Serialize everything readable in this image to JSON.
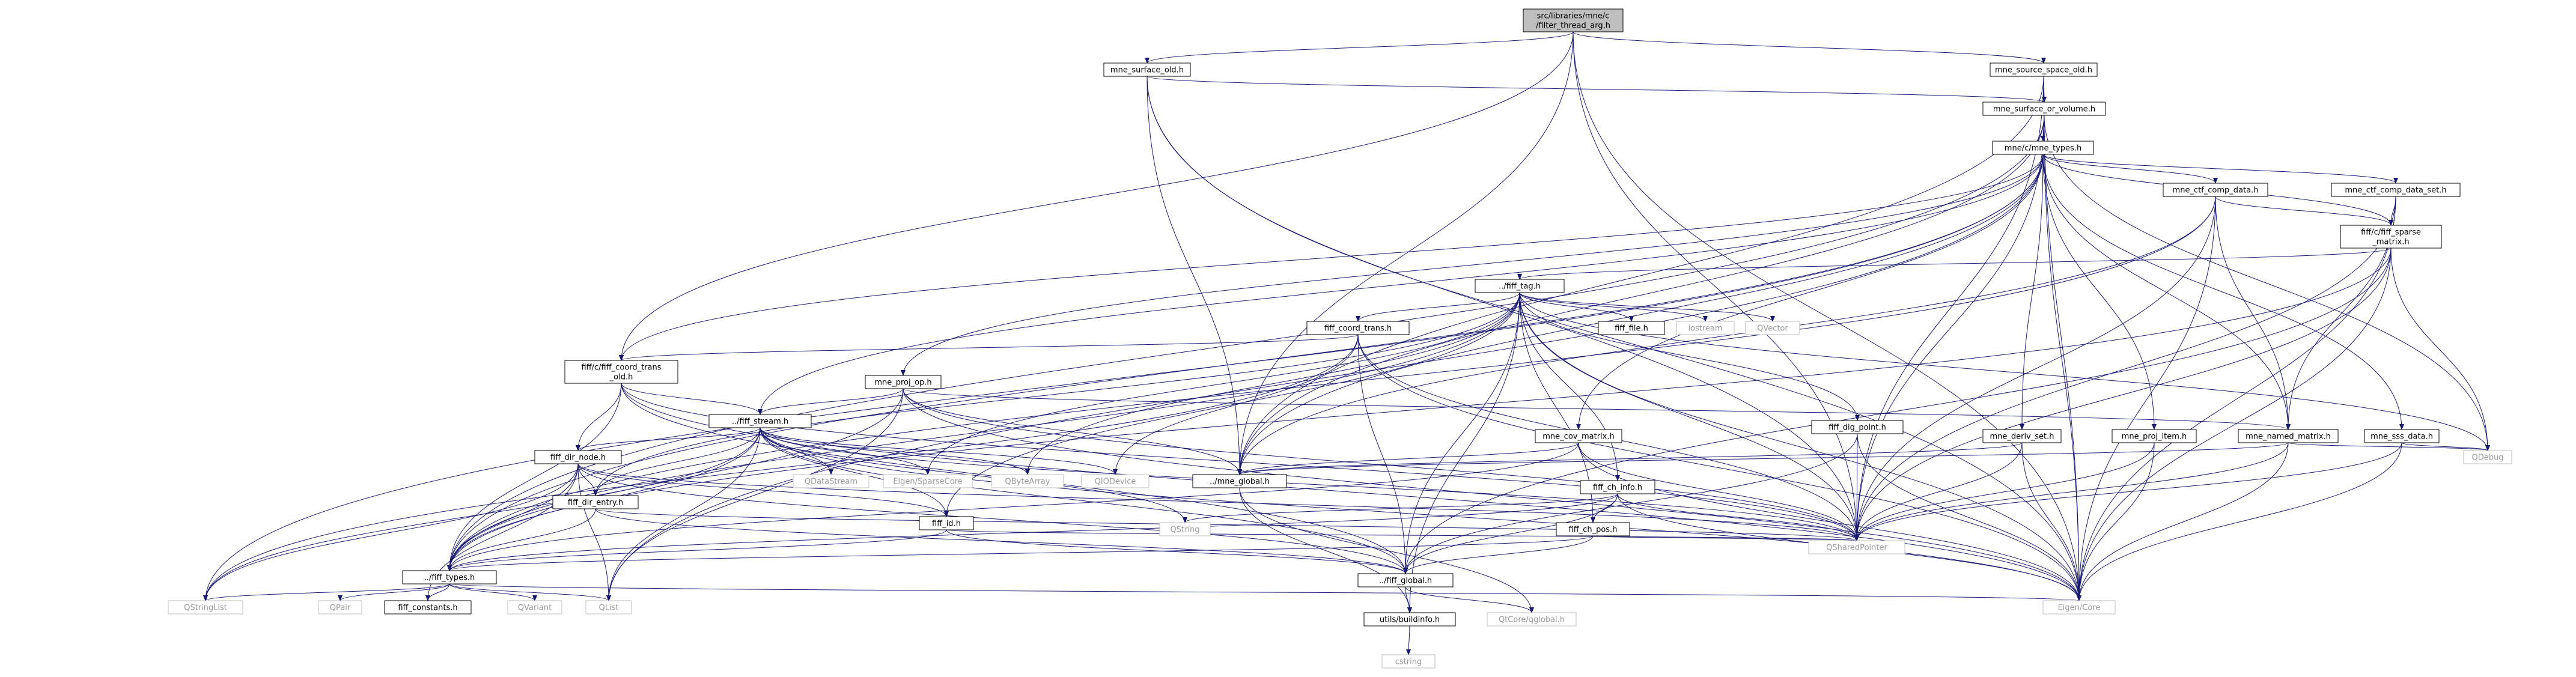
{
  "colors": {
    "edge": "#191970",
    "node_border": "#000000",
    "node_fill": "#ffffff",
    "root_fill": "#bfbfbf",
    "external_border": "#bfbfbf",
    "external_text": "#9a9a9a"
  },
  "nodes": [
    {
      "id": "root",
      "lines": [
        "src/libraries/mne/c",
        "/filter_thread_arg.h"
      ],
      "kind": "root"
    },
    {
      "id": "mne_surface_old",
      "lines": [
        "mne_surface_old.h"
      ],
      "kind": "header"
    },
    {
      "id": "mne_source_space_old",
      "lines": [
        "mne_source_space_old.h"
      ],
      "kind": "header"
    },
    {
      "id": "mne_surface_or_volume",
      "lines": [
        "mne_surface_or_volume.h"
      ],
      "kind": "header"
    },
    {
      "id": "mne_types",
      "lines": [
        "mne/c/mne_types.h"
      ],
      "kind": "header"
    },
    {
      "id": "mne_ctf_comp_data",
      "lines": [
        "mne_ctf_comp_data.h"
      ],
      "kind": "header"
    },
    {
      "id": "mne_ctf_comp_data_set",
      "lines": [
        "mne_ctf_comp_data_set.h"
      ],
      "kind": "header"
    },
    {
      "id": "fiff_sparse",
      "lines": [
        "fiff/c/fiff_sparse",
        "_matrix.h"
      ],
      "kind": "header"
    },
    {
      "id": "fiff_tag",
      "lines": [
        "../fiff_tag.h"
      ],
      "kind": "header"
    },
    {
      "id": "fiff_coord_trans",
      "lines": [
        "fiff_coord_trans.h"
      ],
      "kind": "header"
    },
    {
      "id": "fiff_file",
      "lines": [
        "fiff_file.h"
      ],
      "kind": "header"
    },
    {
      "id": "iostream",
      "lines": [
        "iostream"
      ],
      "kind": "external"
    },
    {
      "id": "QVector",
      "lines": [
        "QVector"
      ],
      "kind": "external"
    },
    {
      "id": "fiffc_coord_trans_old",
      "lines": [
        "fiff/c/fiff_coord_trans",
        "_old.h"
      ],
      "kind": "header"
    },
    {
      "id": "mne_proj_op",
      "lines": [
        "mne_proj_op.h"
      ],
      "kind": "header"
    },
    {
      "id": "fiff_stream",
      "lines": [
        "../fiff_stream.h"
      ],
      "kind": "header"
    },
    {
      "id": "mne_cov_matrix",
      "lines": [
        "mne_cov_matrix.h"
      ],
      "kind": "header"
    },
    {
      "id": "fiff_dig_point",
      "lines": [
        "fiff_dig_point.h"
      ],
      "kind": "header"
    },
    {
      "id": "mne_deriv_set",
      "lines": [
        "mne_deriv_set.h"
      ],
      "kind": "header"
    },
    {
      "id": "mne_proj_item",
      "lines": [
        "mne_proj_item.h"
      ],
      "kind": "header"
    },
    {
      "id": "mne_named_matrix",
      "lines": [
        "mne_named_matrix.h"
      ],
      "kind": "header"
    },
    {
      "id": "mne_sss_data",
      "lines": [
        "mne_sss_data.h"
      ],
      "kind": "header"
    },
    {
      "id": "QDebug",
      "lines": [
        "QDebug"
      ],
      "kind": "external"
    },
    {
      "id": "fiff_dir_node",
      "lines": [
        "fiff_dir_node.h"
      ],
      "kind": "header"
    },
    {
      "id": "QDataStream",
      "lines": [
        "QDataStream"
      ],
      "kind": "external"
    },
    {
      "id": "Eigen_SparseCore",
      "lines": [
        "Eigen/SparseCore"
      ],
      "kind": "external"
    },
    {
      "id": "QByteArray",
      "lines": [
        "QByteArray"
      ],
      "kind": "external"
    },
    {
      "id": "QIODevice",
      "lines": [
        "QIODevice"
      ],
      "kind": "external"
    },
    {
      "id": "mne_global",
      "lines": [
        "../mne_global.h"
      ],
      "kind": "header"
    },
    {
      "id": "fiff_ch_info",
      "lines": [
        "fiff_ch_info.h"
      ],
      "kind": "header"
    },
    {
      "id": "fiff_dir_entry",
      "lines": [
        "fiff_dir_entry.h"
      ],
      "kind": "header"
    },
    {
      "id": "fiff_id",
      "lines": [
        "fiff_id.h"
      ],
      "kind": "header"
    },
    {
      "id": "QString",
      "lines": [
        "QString"
      ],
      "kind": "external"
    },
    {
      "id": "fiff_ch_pos",
      "lines": [
        "fiff_ch_pos.h"
      ],
      "kind": "header"
    },
    {
      "id": "QSharedPointer",
      "lines": [
        "QSharedPointer"
      ],
      "kind": "external"
    },
    {
      "id": "fiff_types",
      "lines": [
        "../fiff_types.h"
      ],
      "kind": "header"
    },
    {
      "id": "fiff_global",
      "lines": [
        "../fiff_global.h"
      ],
      "kind": "header"
    },
    {
      "id": "QStringList",
      "lines": [
        "QStringList"
      ],
      "kind": "external"
    },
    {
      "id": "QPair",
      "lines": [
        "QPair"
      ],
      "kind": "external"
    },
    {
      "id": "fiff_constants",
      "lines": [
        "fiff_constants.h"
      ],
      "kind": "header"
    },
    {
      "id": "QVariant",
      "lines": [
        "QVariant"
      ],
      "kind": "external"
    },
    {
      "id": "QList",
      "lines": [
        "QList"
      ],
      "kind": "external"
    },
    {
      "id": "Eigen_Core",
      "lines": [
        "Eigen/Core"
      ],
      "kind": "external"
    },
    {
      "id": "utils_buildinfo",
      "lines": [
        "utils/buildinfo.h"
      ],
      "kind": "header"
    },
    {
      "id": "QtCore_qglobal",
      "lines": [
        "QtCore/qglobal.h"
      ],
      "kind": "external"
    },
    {
      "id": "cstring",
      "lines": [
        "cstring"
      ],
      "kind": "external"
    }
  ],
  "edges": [
    [
      "root",
      "mne_surface_old"
    ],
    [
      "root",
      "mne_source_space_old"
    ],
    [
      "root",
      "fiffc_coord_trans_old"
    ],
    [
      "root",
      "mne_global"
    ],
    [
      "root",
      "QSharedPointer"
    ],
    [
      "root",
      "Eigen_Core"
    ],
    [
      "mne_surface_old",
      "mne_surface_or_volume"
    ],
    [
      "mne_surface_old",
      "mne_global"
    ],
    [
      "mne_surface_old",
      "QSharedPointer"
    ],
    [
      "mne_surface_old",
      "Eigen_Core"
    ],
    [
      "mne_source_space_old",
      "mne_surface_or_volume"
    ],
    [
      "mne_source_space_old",
      "mne_global"
    ],
    [
      "mne_source_space_old",
      "QSharedPointer"
    ],
    [
      "mne_source_space_old",
      "Eigen_Core"
    ],
    [
      "mne_surface_or_volume",
      "mne_types"
    ],
    [
      "mne_surface_or_volume",
      "mne_global"
    ],
    [
      "mne_surface_or_volume",
      "QDebug"
    ],
    [
      "mne_surface_or_volume",
      "QSharedPointer"
    ],
    [
      "mne_surface_or_volume",
      "Eigen_Core"
    ],
    [
      "mne_surface_or_volume",
      "fiff_types"
    ],
    [
      "mne_types",
      "mne_ctf_comp_data"
    ],
    [
      "mne_types",
      "mne_ctf_comp_data_set"
    ],
    [
      "mne_types",
      "fiff_sparse"
    ],
    [
      "mne_types",
      "fiffc_coord_trans_old"
    ],
    [
      "mne_types",
      "mne_proj_op"
    ],
    [
      "mne_types",
      "mne_cov_matrix"
    ],
    [
      "mne_types",
      "mne_deriv_set"
    ],
    [
      "mne_types",
      "mne_proj_item"
    ],
    [
      "mne_types",
      "mne_named_matrix"
    ],
    [
      "mne_types",
      "mne_sss_data"
    ],
    [
      "mne_types",
      "fiff_stream"
    ],
    [
      "mne_types",
      "mne_global"
    ],
    [
      "mne_types",
      "fiff_types"
    ],
    [
      "mne_types",
      "QList"
    ],
    [
      "mne_types",
      "QStringList"
    ],
    [
      "mne_ctf_comp_data",
      "fiff_sparse"
    ],
    [
      "mne_ctf_comp_data",
      "mne_named_matrix"
    ],
    [
      "mne_ctf_comp_data",
      "mne_global"
    ],
    [
      "mne_ctf_comp_data",
      "QSharedPointer"
    ],
    [
      "mne_ctf_comp_data",
      "Eigen_Core"
    ],
    [
      "mne_ctf_comp_data",
      "fiff_types"
    ],
    [
      "mne_ctf_comp_data_set",
      "fiff_sparse"
    ],
    [
      "mne_ctf_comp_data_set",
      "mne_named_matrix"
    ],
    [
      "mne_ctf_comp_data_set",
      "QSharedPointer"
    ],
    [
      "mne_ctf_comp_data_set",
      "Eigen_Core"
    ],
    [
      "fiff_sparse",
      "fiff_tag"
    ],
    [
      "fiff_sparse",
      "fiff_global"
    ],
    [
      "fiff_sparse",
      "QDebug"
    ],
    [
      "fiff_sparse",
      "QSharedPointer"
    ],
    [
      "fiff_sparse",
      "Eigen_Core"
    ],
    [
      "fiff_sparse",
      "fiff_types"
    ],
    [
      "fiff_tag",
      "fiff_coord_trans"
    ],
    [
      "fiff_tag",
      "fiff_file"
    ],
    [
      "fiff_tag",
      "iostream"
    ],
    [
      "fiff_tag",
      "QVector"
    ],
    [
      "fiff_tag",
      "fiff_dig_point"
    ],
    [
      "fiff_tag",
      "fiff_ch_info"
    ],
    [
      "fiff_tag",
      "fiff_ch_pos"
    ],
    [
      "fiff_tag",
      "fiff_dir_entry"
    ],
    [
      "fiff_tag",
      "fiff_id"
    ],
    [
      "fiff_tag",
      "fiff_types"
    ],
    [
      "fiff_tag",
      "fiff_global"
    ],
    [
      "fiff_tag",
      "Eigen_SparseCore"
    ],
    [
      "fiff_tag",
      "QByteArray"
    ],
    [
      "fiff_tag",
      "QSharedPointer"
    ],
    [
      "fiff_tag",
      "Eigen_Core"
    ],
    [
      "fiff_tag",
      "QDebug"
    ],
    [
      "fiff_tag",
      "utils_buildinfo"
    ],
    [
      "fiff_coord_trans",
      "fiffc_coord_trans_old"
    ],
    [
      "fiff_coord_trans",
      "fiff_global"
    ],
    [
      "fiff_coord_trans",
      "QIODevice"
    ],
    [
      "fiff_coord_trans",
      "QSharedPointer"
    ],
    [
      "fiff_coord_trans",
      "Eigen_Core"
    ],
    [
      "fiff_coord_trans",
      "QStringList"
    ],
    [
      "fiffc_coord_trans_old",
      "fiff_stream"
    ],
    [
      "fiffc_coord_trans_old",
      "fiff_dir_node"
    ],
    [
      "fiffc_coord_trans_old",
      "fiff_global"
    ],
    [
      "fiffc_coord_trans_old",
      "fiff_types"
    ],
    [
      "fiffc_coord_trans_old",
      "QSharedPointer"
    ],
    [
      "fiffc_coord_trans_old",
      "Eigen_Core"
    ],
    [
      "mne_proj_op",
      "fiff_stream"
    ],
    [
      "mne_proj_op",
      "mne_global"
    ],
    [
      "mne_proj_op",
      "fiff_types"
    ],
    [
      "mne_proj_op",
      "QSharedPointer"
    ],
    [
      "mne_proj_op",
      "Eigen_Core"
    ],
    [
      "mne_proj_op",
      "QList"
    ],
    [
      "mne_proj_op",
      "mne_named_matrix"
    ],
    [
      "fiff_stream",
      "fiff_dir_node"
    ],
    [
      "fiff_stream",
      "fiff_dir_entry"
    ],
    [
      "fiff_stream",
      "fiff_id"
    ],
    [
      "fiff_stream",
      "fiff_types"
    ],
    [
      "fiff_stream",
      "fiff_global"
    ],
    [
      "fiff_stream",
      "QDataStream"
    ],
    [
      "fiff_stream",
      "Eigen_SparseCore"
    ],
    [
      "fiff_stream",
      "QByteArray"
    ],
    [
      "fiff_stream",
      "QIODevice"
    ],
    [
      "fiff_stream",
      "QString"
    ],
    [
      "fiff_stream",
      "QSharedPointer"
    ],
    [
      "fiff_stream",
      "QList"
    ],
    [
      "fiff_stream",
      "QStringList"
    ],
    [
      "fiff_stream",
      "Eigen_Core"
    ],
    [
      "mne_cov_matrix",
      "mne_global"
    ],
    [
      "mne_cov_matrix",
      "QSharedPointer"
    ],
    [
      "mne_cov_matrix",
      "Eigen_Core"
    ],
    [
      "mne_cov_matrix",
      "fiff_types"
    ],
    [
      "fiff_dig_point",
      "fiff_global"
    ],
    [
      "fiff_dig_point",
      "QSharedPointer"
    ],
    [
      "fiff_dig_point",
      "Eigen_Core"
    ],
    [
      "mne_deriv_set",
      "mne_global"
    ],
    [
      "mne_deriv_set",
      "QSharedPointer"
    ],
    [
      "mne_deriv_set",
      "Eigen_Core"
    ],
    [
      "mne_proj_item",
      "QSharedPointer"
    ],
    [
      "mne_proj_item",
      "Eigen_Core"
    ],
    [
      "mne_named_matrix",
      "QDebug"
    ],
    [
      "mne_named_matrix",
      "mne_global"
    ],
    [
      "mne_named_matrix",
      "QSharedPointer"
    ],
    [
      "mne_named_matrix",
      "Eigen_Core"
    ],
    [
      "mne_sss_data",
      "QDebug"
    ],
    [
      "mne_sss_data",
      "QSharedPointer"
    ],
    [
      "mne_sss_data",
      "Eigen_Core"
    ],
    [
      "fiff_dir_node",
      "fiff_dir_entry"
    ],
    [
      "fiff_dir_node",
      "fiff_id"
    ],
    [
      "fiff_dir_node",
      "fiff_types"
    ],
    [
      "fiff_dir_node",
      "fiff_global"
    ],
    [
      "fiff_dir_node",
      "QList"
    ],
    [
      "fiff_dir_node",
      "QStringList"
    ],
    [
      "fiff_dir_node",
      "QSharedPointer"
    ],
    [
      "fiff_dir_node",
      "fiff_constants"
    ],
    [
      "mne_global",
      "utils_buildinfo"
    ],
    [
      "mne_global",
      "QtCore_qglobal"
    ],
    [
      "fiff_ch_info",
      "fiff_ch_pos"
    ],
    [
      "fiff_ch_info",
      "fiff_types"
    ],
    [
      "fiff_ch_info",
      "fiff_global"
    ],
    [
      "fiff_ch_info",
      "QString"
    ],
    [
      "fiff_ch_info",
      "QSharedPointer"
    ],
    [
      "fiff_ch_info",
      "Eigen_Core"
    ],
    [
      "fiff_dir_entry",
      "fiff_types"
    ],
    [
      "fiff_dir_entry",
      "fiff_global"
    ],
    [
      "fiff_dir_entry",
      "QSharedPointer"
    ],
    [
      "fiff_id",
      "fiff_types"
    ],
    [
      "fiff_id",
      "fiff_global"
    ],
    [
      "fiff_id",
      "QSharedPointer"
    ],
    [
      "fiff_ch_pos",
      "fiff_types"
    ],
    [
      "fiff_ch_pos",
      "fiff_global"
    ],
    [
      "fiff_ch_pos",
      "QSharedPointer"
    ],
    [
      "fiff_types",
      "fiff_constants"
    ],
    [
      "fiff_types",
      "QPair"
    ],
    [
      "fiff_types",
      "QVariant"
    ],
    [
      "fiff_types",
      "QList"
    ],
    [
      "fiff_types",
      "QStringList"
    ],
    [
      "fiff_types",
      "Eigen_Core"
    ],
    [
      "fiff_global",
      "utils_buildinfo"
    ],
    [
      "fiff_global",
      "QtCore_qglobal"
    ],
    [
      "utils_buildinfo",
      "cstring"
    ]
  ]
}
